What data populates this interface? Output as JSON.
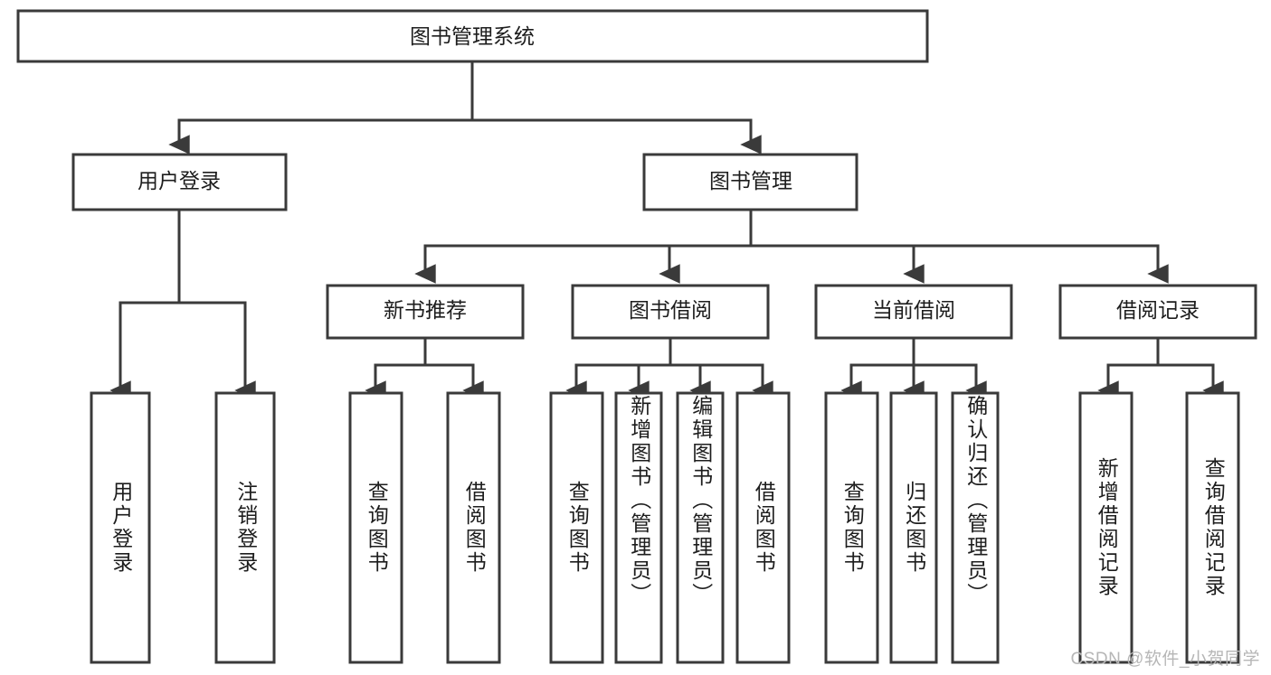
{
  "diagram": {
    "title": "图书管理系统",
    "type": "tree",
    "watermark": "CSDN @软件_小贺同学",
    "colors": {
      "box_stroke": "#3a3a3a",
      "box_fill": "#ffffff",
      "text": "#1d1d1d",
      "watermark": "#b6b6b6",
      "background": "#ffffff"
    },
    "root": {
      "label": "图书管理系统"
    },
    "level2": [
      {
        "label": "用户登录"
      },
      {
        "label": "图书管理"
      }
    ],
    "level3": [
      {
        "label": "新书推荐"
      },
      {
        "label": "图书借阅"
      },
      {
        "label": "当前借阅"
      },
      {
        "label": "借阅记录"
      }
    ],
    "leaves": {
      "user_login": [
        {
          "label": "用户登录"
        },
        {
          "label": "注销登录"
        }
      ],
      "new_book_recommend": [
        {
          "label": "查询图书"
        },
        {
          "label": "借阅图书"
        }
      ],
      "book_borrow": [
        {
          "label": "查询图书"
        },
        {
          "label": "新增图书（管理员）"
        },
        {
          "label": "编辑图书（管理员）"
        },
        {
          "label": "借阅图书"
        }
      ],
      "current_borrow": [
        {
          "label": "查询图书"
        },
        {
          "label": "归还图书"
        },
        {
          "label": "确认归还（管理员）"
        }
      ],
      "borrow_record": [
        {
          "label": "新增借阅记录"
        },
        {
          "label": "查询借阅记录"
        }
      ]
    }
  }
}
